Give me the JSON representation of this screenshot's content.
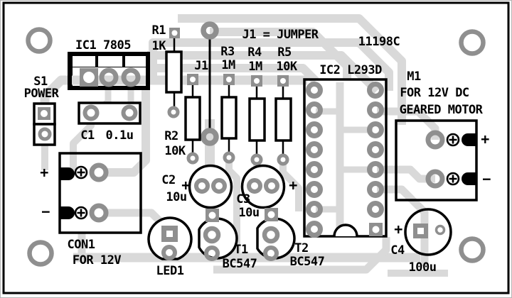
{
  "board": {
    "code": "11198C",
    "jumper_note": "J1 = JUMPER"
  },
  "components": {
    "ic1": {
      "label": "IC1 7805"
    },
    "s1": {
      "ref": "S1",
      "name": "POWER"
    },
    "c1": {
      "ref": "C1",
      "value": "0.1u"
    },
    "r1": {
      "ref": "R1",
      "value": "1K"
    },
    "j1": {
      "ref": "J1"
    },
    "r2": {
      "ref": "R2",
      "value": "10K"
    },
    "r3": {
      "ref": "R3",
      "value": "1M"
    },
    "r4": {
      "ref": "R4",
      "value": "1M"
    },
    "r5": {
      "ref": "R5",
      "value": "10K"
    },
    "ic2": {
      "label": "IC2 L293D"
    },
    "m1": {
      "ref": "M1",
      "desc1": "FOR 12V DC",
      "desc2": "GEARED MOTOR",
      "plus": "+",
      "minus": "−"
    },
    "con1": {
      "ref": "CON1",
      "desc": "FOR 12V",
      "plus": "+",
      "minus": "−"
    },
    "c2": {
      "ref": "C2",
      "value": "10u",
      "plus": "+"
    },
    "c3": {
      "ref": "C3",
      "value": "10u",
      "plus": "+"
    },
    "c4": {
      "ref": "C4",
      "value": "100u",
      "plus": "+"
    },
    "led1": {
      "ref": "LED1"
    },
    "t1": {
      "ref": "T1",
      "value": "BC547"
    },
    "t2": {
      "ref": "T2",
      "value": "BC547"
    }
  },
  "colors": {
    "trace": "#d9d9d9",
    "pad": "#8f8f8f",
    "silkscreen": "#000000",
    "board": "#ffffff"
  }
}
